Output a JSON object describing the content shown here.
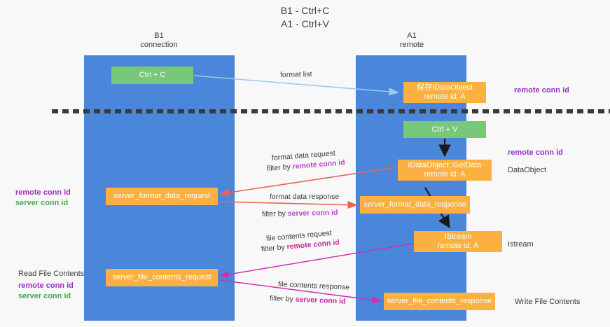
{
  "title": "B1 - Ctrl+C\nA1 - Ctrl+V",
  "title_line1": "B1 - Ctrl+C",
  "title_line2": "A1 - Ctrl+V",
  "lanes": [
    {
      "id": "b1",
      "name": "B1",
      "subtitle": "connection",
      "color": "#4a86d9"
    },
    {
      "id": "a1",
      "name": "A1",
      "subtitle": "remote",
      "color": "#4a86d9"
    }
  ],
  "nodes": [
    {
      "id": "ctrl-c",
      "lane": "b1",
      "style": "green",
      "line1": "Ctrl + C",
      "line2": ""
    },
    {
      "id": "idataobject",
      "lane": "a1",
      "style": "orange",
      "line1": "保存IDataObject",
      "line2": "remote id: A"
    },
    {
      "id": "ctrl-v",
      "lane": "a1",
      "style": "green",
      "line1": "Ctrl + V",
      "line2": ""
    },
    {
      "id": "idataobject-getdata",
      "lane": "a1",
      "style": "orange",
      "line1": "IDataObject::GetData",
      "line2": "remote id: A"
    },
    {
      "id": "server-format-data-request",
      "lane": "b1",
      "style": "orange",
      "line1": "server_format_data_request",
      "line2": ""
    },
    {
      "id": "server-format-data-response",
      "lane": "a1",
      "style": "orange",
      "line1": "server_format_data_response",
      "line2": ""
    },
    {
      "id": "istream",
      "lane": "a1",
      "style": "orange",
      "line1": "IStream",
      "line2": "remote id: A"
    },
    {
      "id": "server-file-contents-request",
      "lane": "b1",
      "style": "orange",
      "line1": "server_file_contents_request",
      "line2": ""
    },
    {
      "id": "server-file-contents-response",
      "lane": "a1",
      "style": "orange",
      "line1": "server_file_contents_response",
      "line2": ""
    }
  ],
  "edge_labels": {
    "format_list": "format list",
    "format_data_request": "format data request",
    "format_data_request_filter_prefix": "filter by ",
    "format_data_request_filter_key": "remote conn id",
    "format_data_response": "format data response",
    "format_data_response_filter_prefix": "filter by ",
    "format_data_response_filter_key": "server conn id",
    "file_contents_request": "file contents request",
    "file_contents_request_filter_prefix": "filter by ",
    "file_contents_request_filter_key": "remote conn id",
    "file_contents_response": "file contents response",
    "file_contents_response_filter_prefix": "filter by ",
    "file_contents_response_filter_key": "server conn id"
  },
  "annotations": {
    "right": {
      "remote_conn_id_top": "remote conn id",
      "remote_conn_id_mid": "remote conn id",
      "dataobject": "DataObject",
      "istream": "Istream",
      "write_file_contents": "Write File Contents"
    },
    "left": {
      "remote_conn_id_mid": "remote conn id",
      "server_conn_id_mid": "server conn id",
      "read_file_contents": "Read File Contents",
      "remote_conn_id_bottom": "remote conn id",
      "server_conn_id_bottom": "server conn id"
    }
  },
  "colors": {
    "lane": "#4a86d9",
    "node_green": "#77c878",
    "node_orange": "#fbb040",
    "accent_purple": "#9b30c4",
    "accent_green": "#4aa84c",
    "edge_lightblue": "#9ec9ef",
    "edge_red": "#e8645a",
    "edge_magenta": "#cc33aa",
    "edge_black": "#1a1a1a",
    "background": "#f8f8f8",
    "text": "#3c3c3c"
  }
}
